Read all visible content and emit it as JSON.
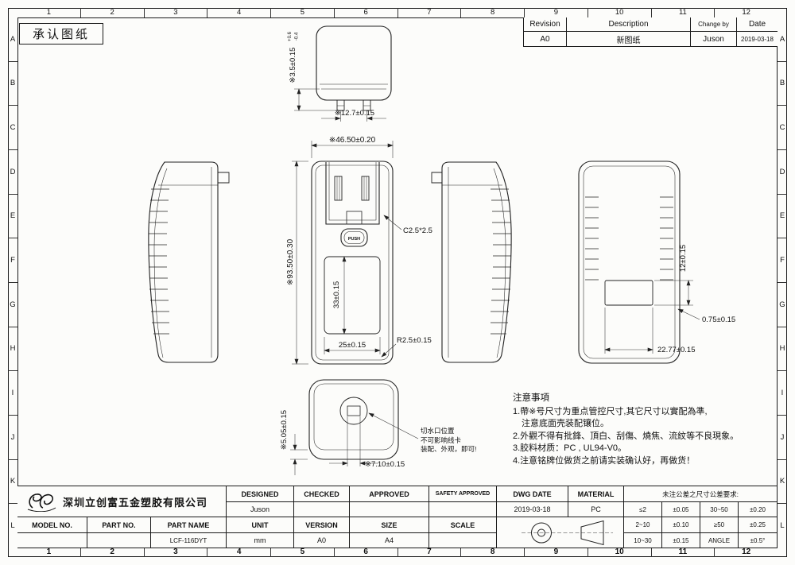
{
  "sheet": {
    "approval_label": "承认图纸"
  },
  "grid": {
    "columns": [
      "1",
      "2",
      "3",
      "4",
      "5",
      "6",
      "7",
      "8",
      "9",
      "10",
      "11",
      "12"
    ],
    "rows": [
      "A",
      "B",
      "C",
      "D",
      "E",
      "F",
      "G",
      "H",
      "I",
      "J",
      "K",
      "L"
    ]
  },
  "revision_table": {
    "headers": {
      "revision": "Revision",
      "description": "Description",
      "change_by": "Change by",
      "date": "Date"
    },
    "row": {
      "revision": "A0",
      "description": "新图纸",
      "change_by": "Juson",
      "date": "2019-03-18"
    }
  },
  "dims": {
    "top_height": "※3.5±0.15",
    "top_height_plus": "+0.6",
    "top_height_minus": "-0.4",
    "prong_pitch": "※12.7±0.15",
    "front_width": "※46.50±0.20",
    "front_height": "※93.50±0.30",
    "label_height": "33±0.15",
    "label_width": "25±0.15",
    "chamfer": "C2.5*2.5",
    "corner_radius": "R2.5±0.15",
    "back_window_height": "12±0.15",
    "back_window_gap": "0.75±0.15",
    "back_window_width": "22.77±0.15",
    "bottom_rib": "※5.05±0.15",
    "cord_hole_width": "※7.10±0.15",
    "push_button": "PUSH"
  },
  "annotations": {
    "water_cut_1": "切水口位置",
    "water_cut_2": "不可影响线卡",
    "water_cut_3": "装配、外观，即可!"
  },
  "notes": {
    "title": "注意事項",
    "line1": "1.帶※号尺寸为重点管控尺寸,其它尺寸以實配為準,",
    "line2": "　注意底面壳装配镶位。",
    "line3": "2.外觀不得有批鋒、頂白、刮傷、燒焦、流紋等不良現象。",
    "line4": "3.胶料材质：PC , UL94-V0。",
    "line5": "4.注意铭牌位做货之前请实装确认好，再做货！"
  },
  "title_block": {
    "company": "深圳立创富五金塑胶有限公司",
    "designed_label": "DESIGNED",
    "designed_value": "Juson",
    "checked_label": "CHECKED",
    "approved_label": "APPROVED",
    "safety_label": "SAFETY APPROVED",
    "dwg_date_label": "DWG  DATE",
    "dwg_date_value": "2019-03-18",
    "material_label": "MATERIAL",
    "material_value": "PC",
    "model_label": "MODEL NO.",
    "part_no_label": "PART NO.",
    "part_name_label": "PART NAME",
    "part_name_value": "LCF-116DYT",
    "unit_label": "UNIT",
    "unit_value": "mm",
    "version_label": "VERSION",
    "version_value": "A0",
    "size_label": "SIZE",
    "size_value": "A4",
    "scale_label": "SCALE"
  },
  "tolerance_table": {
    "title": "未注公差之尺寸公差要求:",
    "rows": [
      [
        "≤2",
        "±0.05",
        "30~50",
        "±0.20"
      ],
      [
        "2~10",
        "±0.10",
        "≥50",
        "±0.25"
      ],
      [
        "10~30",
        "±0.15",
        "ANGLE",
        "±0.5°"
      ]
    ]
  }
}
